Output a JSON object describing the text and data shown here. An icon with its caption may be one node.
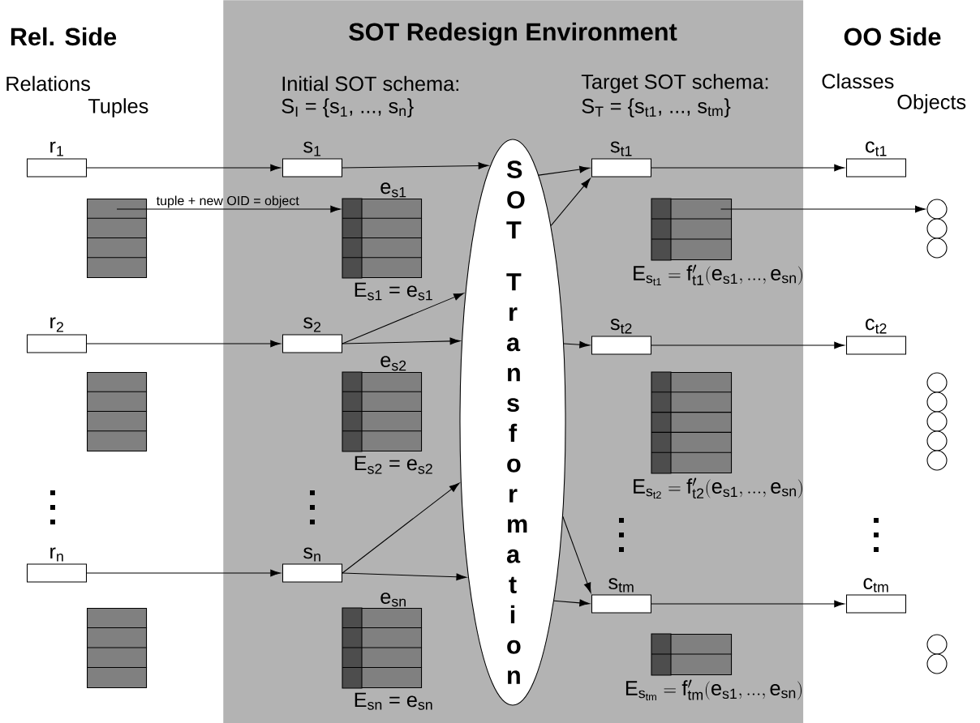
{
  "diagram": {
    "nodes": [
      {
        "text": [
          "SOT Redesign Environment"
        ]
      },
      {
        "text": [
          "r$_{1}$"
        ]
      },
      {
        "text": [
          "s$_{1}$"
        ],
        "in": 0
      },
      {
        "text": [
          "SOT Transformation"
        ],
        "in": 0
      },
      {
        "text": [
          "s$_{t1}$"
        ],
        "in": 0
      },
      {
        "text": [
          "c$_{t1}$"
        ]
      },
      {
        "text": [],
        "shape": "table"
      },
      {
        "text": [
          "e$_{s1}$",
          "E$_{s1}$ = e$_{s1}$"
        ],
        "in": 0
      },
      {
        "text": [
          "\\mathrm{E_{s_{t1}} = f_{t1}'(e_{s1},...,e_{sn})}"
        ],
        "in": 0
      },
      {
        "text": [],
        "shape": "circle"
      },
      {
        "text": [
          "r$_{2}$"
        ]
      },
      {
        "text": [
          "s$_{2}$"
        ],
        "in": 0
      },
      {
        "text": [
          "s$_{t2}$"
        ],
        "in": 0
      },
      {
        "text": [
          "c$_{t2}$"
        ]
      },
      {
        "text": [],
        "shape": "table"
      },
      {
        "text": [
          "e$_{s2}$",
          "E$_{s2}$ = e$_{s2}$"
        ],
        "in": 0
      },
      {
        "text": [
          "\\mathrm{E_{s_{t2}} = f_{t2}'(e_{s1},...,e_{sn})}"
        ],
        "in": 0
      },
      {
        "text": [],
        "shape": "circle"
      },
      {
        "text": [
          "r$_{n}$"
        ]
      },
      {
        "text": [
          "s$_{n}$"
        ],
        "in": 0
      },
      {
        "text": [
          "s$_{tm}$"
        ],
        "in": 0
      },
      {
        "text": [
          "c$_{tm}$"
        ]
      },
      {
        "text": [],
        "shape": "table"
      },
      {
        "text": [
          "e$_{sn}$",
          "E$_{sn}$ = e$_{sn}$"
        ],
        "in": 0
      },
      {
        "text": [
          "\\mathrm{E_{s_{tm}} = f_{tm}'(e_{s1},...,e_{sn})}"
        ],
        "in": 0
      },
      {
        "text": [],
        "shape": "circle"
      }
    ],
    "edges": [
      {
        "from": 1,
        "to": 2,
        "arrow": "to"
      },
      {
        "from": 6,
        "to": 7,
        "arrow": "to",
        "label": "tuple + new OID = object"
      },
      {
        "from": 2,
        "to": 3,
        "arrow": "to"
      },
      {
        "from": 3,
        "to": 4,
        "arrow": "to"
      },
      {
        "from": 3,
        "to": 4,
        "arrow": "to"
      },
      {
        "from": 4,
        "to": 5,
        "arrow": "to"
      },
      {
        "from": 8,
        "to": 9,
        "arrow": "to"
      },
      {
        "from": 10,
        "to": 11,
        "arrow": "to"
      },
      {
        "from": 11,
        "to": 3,
        "arrow": "to"
      },
      {
        "from": 11,
        "to": 3,
        "arrow": "to"
      },
      {
        "from": 3,
        "to": 12,
        "arrow": "to"
      },
      {
        "from": 12,
        "to": 13,
        "arrow": "to"
      },
      {
        "from": 18,
        "to": 19,
        "arrow": "to"
      },
      {
        "from": 19,
        "to": 3,
        "arrow": "to"
      },
      {
        "from": 19,
        "to": 3,
        "arrow": "to"
      },
      {
        "from": 3,
        "to": 20,
        "arrow": "to"
      },
      {
        "from": 3,
        "to": 20,
        "arrow": "to"
      },
      {
        "from": 20,
        "to": 21,
        "arrow": "to"
      }
    ],
    "labels": [
      "Rel. Side",
      "OO Side",
      "Relations",
      "Tuples",
      "Initial SOT schema:",
      "S$_{I}$ = {s$_{1}$, ..., s$_{n}$}",
      "Target SOT schema:",
      "S$_{T}$ = {s$_{t1}$, ..., s$_{tm}$}",
      "Classes",
      "Objects"
    ]
  }
}
